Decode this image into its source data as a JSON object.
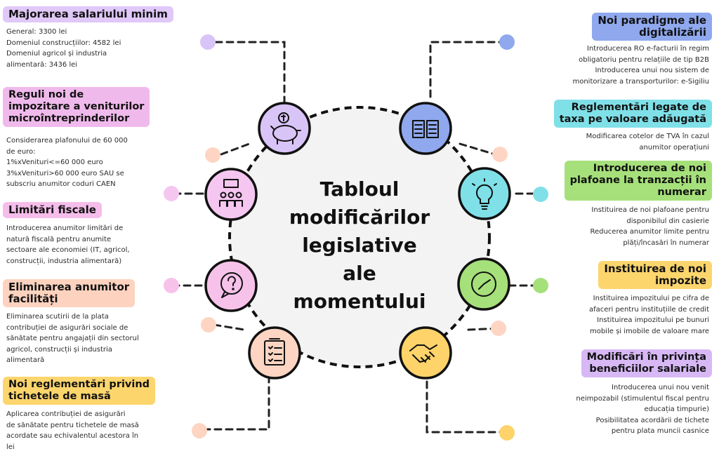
{
  "center_title": [
    "Tabloul",
    "modificărilor",
    "legislative",
    "ale",
    "momentului"
  ],
  "colors": {
    "lavender": "#d9c4f7",
    "lavender_strong": "#d2b3f5",
    "peach": "#fdd5c2",
    "pink": "#f7c2ea",
    "yellow": "#fdd36a",
    "blue": "#8fa8ee",
    "cyan": "#7fe0e8",
    "green": "#a6e07a",
    "center_fill": "#f3f3f3"
  },
  "icons": [
    "piggy-bank-icon",
    "team-presentation-icon",
    "question-bubble-icon",
    "checklist-icon",
    "book-icon",
    "lightbulb-icon",
    "clock-icon",
    "handshake-icon"
  ],
  "left": [
    {
      "title": [
        "Majorarea salariului minim"
      ],
      "lines": [
        "General: 3300 lei",
        "Domeniul construcțiilor: 4582 lei",
        "Domeniul agricol și industria",
        "alimentară: 3436 lei"
      ]
    },
    {
      "title": [
        "Reguli noi de",
        "impozitare a veniturilor",
        "microîntreprinderilor"
      ],
      "lines": [
        "Considerarea plafonului de 60 000",
        "de euro:",
        "1%xVenituri<=60 000 euro",
        "3%xVenituri>60 000 euro SAU se",
        "subscriu anumitor coduri CAEN"
      ]
    },
    {
      "title": [
        "Limitări fiscale"
      ],
      "lines": [
        "Introducerea anumitor limitări de",
        "natură fiscală pentru anumite",
        "sectoare ale economiei (IT, agricol,",
        "construcții, industria alimentară)"
      ]
    },
    {
      "title": [
        "Eliminarea anumitor",
        "facilități"
      ],
      "lines": [
        "Eliminarea scutirii de la plata",
        "contribuției de asigurări sociale de",
        "sănătate pentru angajații din sectorul",
        "agricol, construcții și industria",
        "alimentară"
      ]
    },
    {
      "title": [
        "Noi reglementări privind",
        "tichetele de masă"
      ],
      "lines": [
        "Aplicarea contribuției de asigurări",
        "de sănătate pentru tichetele de masă",
        "acordate sau echivalentul acestora în",
        "lei"
      ]
    }
  ],
  "right": [
    {
      "title": [
        "Noi paradigme ale",
        "digitalizării"
      ],
      "lines": [
        "Introducerea RO e-facturii în regim",
        "obligatoriu pentru relațiile de tip B2B",
        "Introducerea unui nou sistem de",
        "monitorizare a transporturilor: e-Sigiliu"
      ]
    },
    {
      "title": [
        "Reglementări legate de",
        "taxa pe valoare adăugată"
      ],
      "lines": [
        "Modificarea cotelor de TVA în cazul",
        "anumitor operațiuni"
      ]
    },
    {
      "title": [
        "Introducerea de noi",
        "plafoane la tranzacții în",
        "numerar"
      ],
      "lines": [
        "Instituirea de noi plafoane pentru",
        "disponibilul din casierie",
        "Reducerea anumitor limite pentru",
        "plăți/încasări în numerar"
      ]
    },
    {
      "title": [
        "Instituirea de noi",
        "impozite"
      ],
      "lines": [
        "Instituirea impozitului pe cifra de",
        "afaceri pentru instituțiile de credit",
        "Instituirea impozitului pe bunuri",
        "mobile și imobile de valoare mare"
      ]
    },
    {
      "title": [
        "Modificări în privința",
        "beneficiilor salariale"
      ],
      "lines": [
        "Introducerea unui nou venit",
        "neimpozabil (stimulentul fiscal pentru",
        "educația timpurie)",
        "Posibilitatea acordării de tichete",
        "pentru plata muncii casnice"
      ]
    }
  ]
}
